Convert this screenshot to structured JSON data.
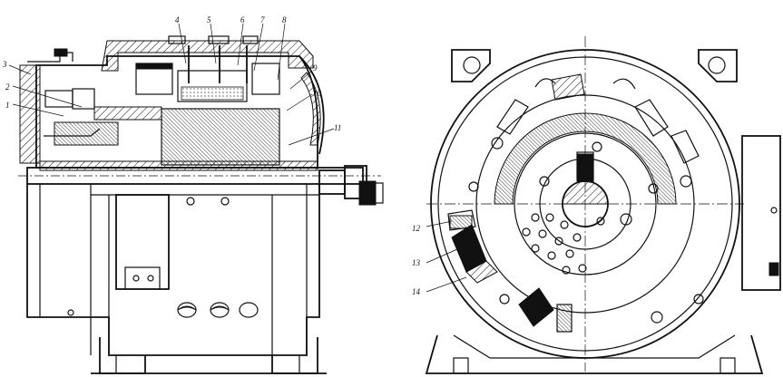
{
  "callouts_side": [
    {
      "id": "c1",
      "text": "1"
    },
    {
      "id": "c2",
      "text": "2"
    },
    {
      "id": "c3",
      "text": "3"
    },
    {
      "id": "c4",
      "text": "4"
    },
    {
      "id": "c5",
      "text": "5"
    },
    {
      "id": "c6",
      "text": "6"
    },
    {
      "id": "c7",
      "text": "7"
    },
    {
      "id": "c8",
      "text": "8"
    },
    {
      "id": "c9",
      "text": "9"
    },
    {
      "id": "c10",
      "text": "10"
    },
    {
      "id": "c11",
      "text": "11"
    }
  ],
  "callouts_end": [
    {
      "id": "c12",
      "text": "12"
    },
    {
      "id": "c13",
      "text": "13"
    },
    {
      "id": "c14",
      "text": "14"
    }
  ]
}
